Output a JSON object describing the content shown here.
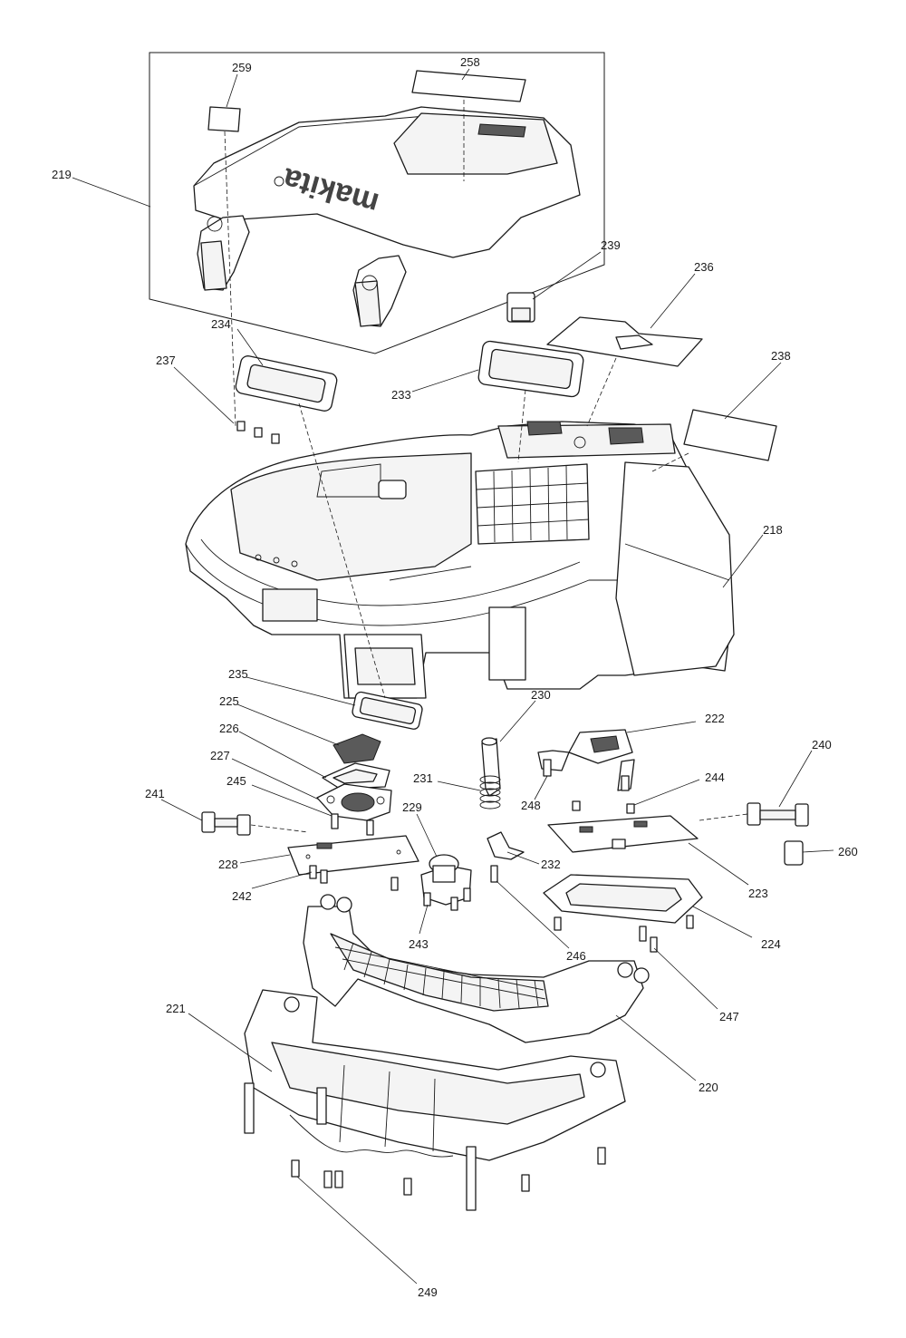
{
  "brand_mark": "makita",
  "callouts": [
    {
      "id": "259"
    },
    {
      "id": "258"
    },
    {
      "id": "219"
    },
    {
      "id": "239"
    },
    {
      "id": "236"
    },
    {
      "id": "234"
    },
    {
      "id": "237"
    },
    {
      "id": "233"
    },
    {
      "id": "238"
    },
    {
      "id": "218"
    },
    {
      "id": "235"
    },
    {
      "id": "225"
    },
    {
      "id": "226"
    },
    {
      "id": "227"
    },
    {
      "id": "230"
    },
    {
      "id": "222"
    },
    {
      "id": "240"
    },
    {
      "id": "231"
    },
    {
      "id": "244"
    },
    {
      "id": "241"
    },
    {
      "id": "245"
    },
    {
      "id": "248"
    },
    {
      "id": "229"
    },
    {
      "id": "228"
    },
    {
      "id": "232"
    },
    {
      "id": "223"
    },
    {
      "id": "260"
    },
    {
      "id": "242"
    },
    {
      "id": "243"
    },
    {
      "id": "246"
    },
    {
      "id": "224"
    },
    {
      "id": "247"
    },
    {
      "id": "221"
    },
    {
      "id": "220"
    },
    {
      "id": "249"
    }
  ]
}
